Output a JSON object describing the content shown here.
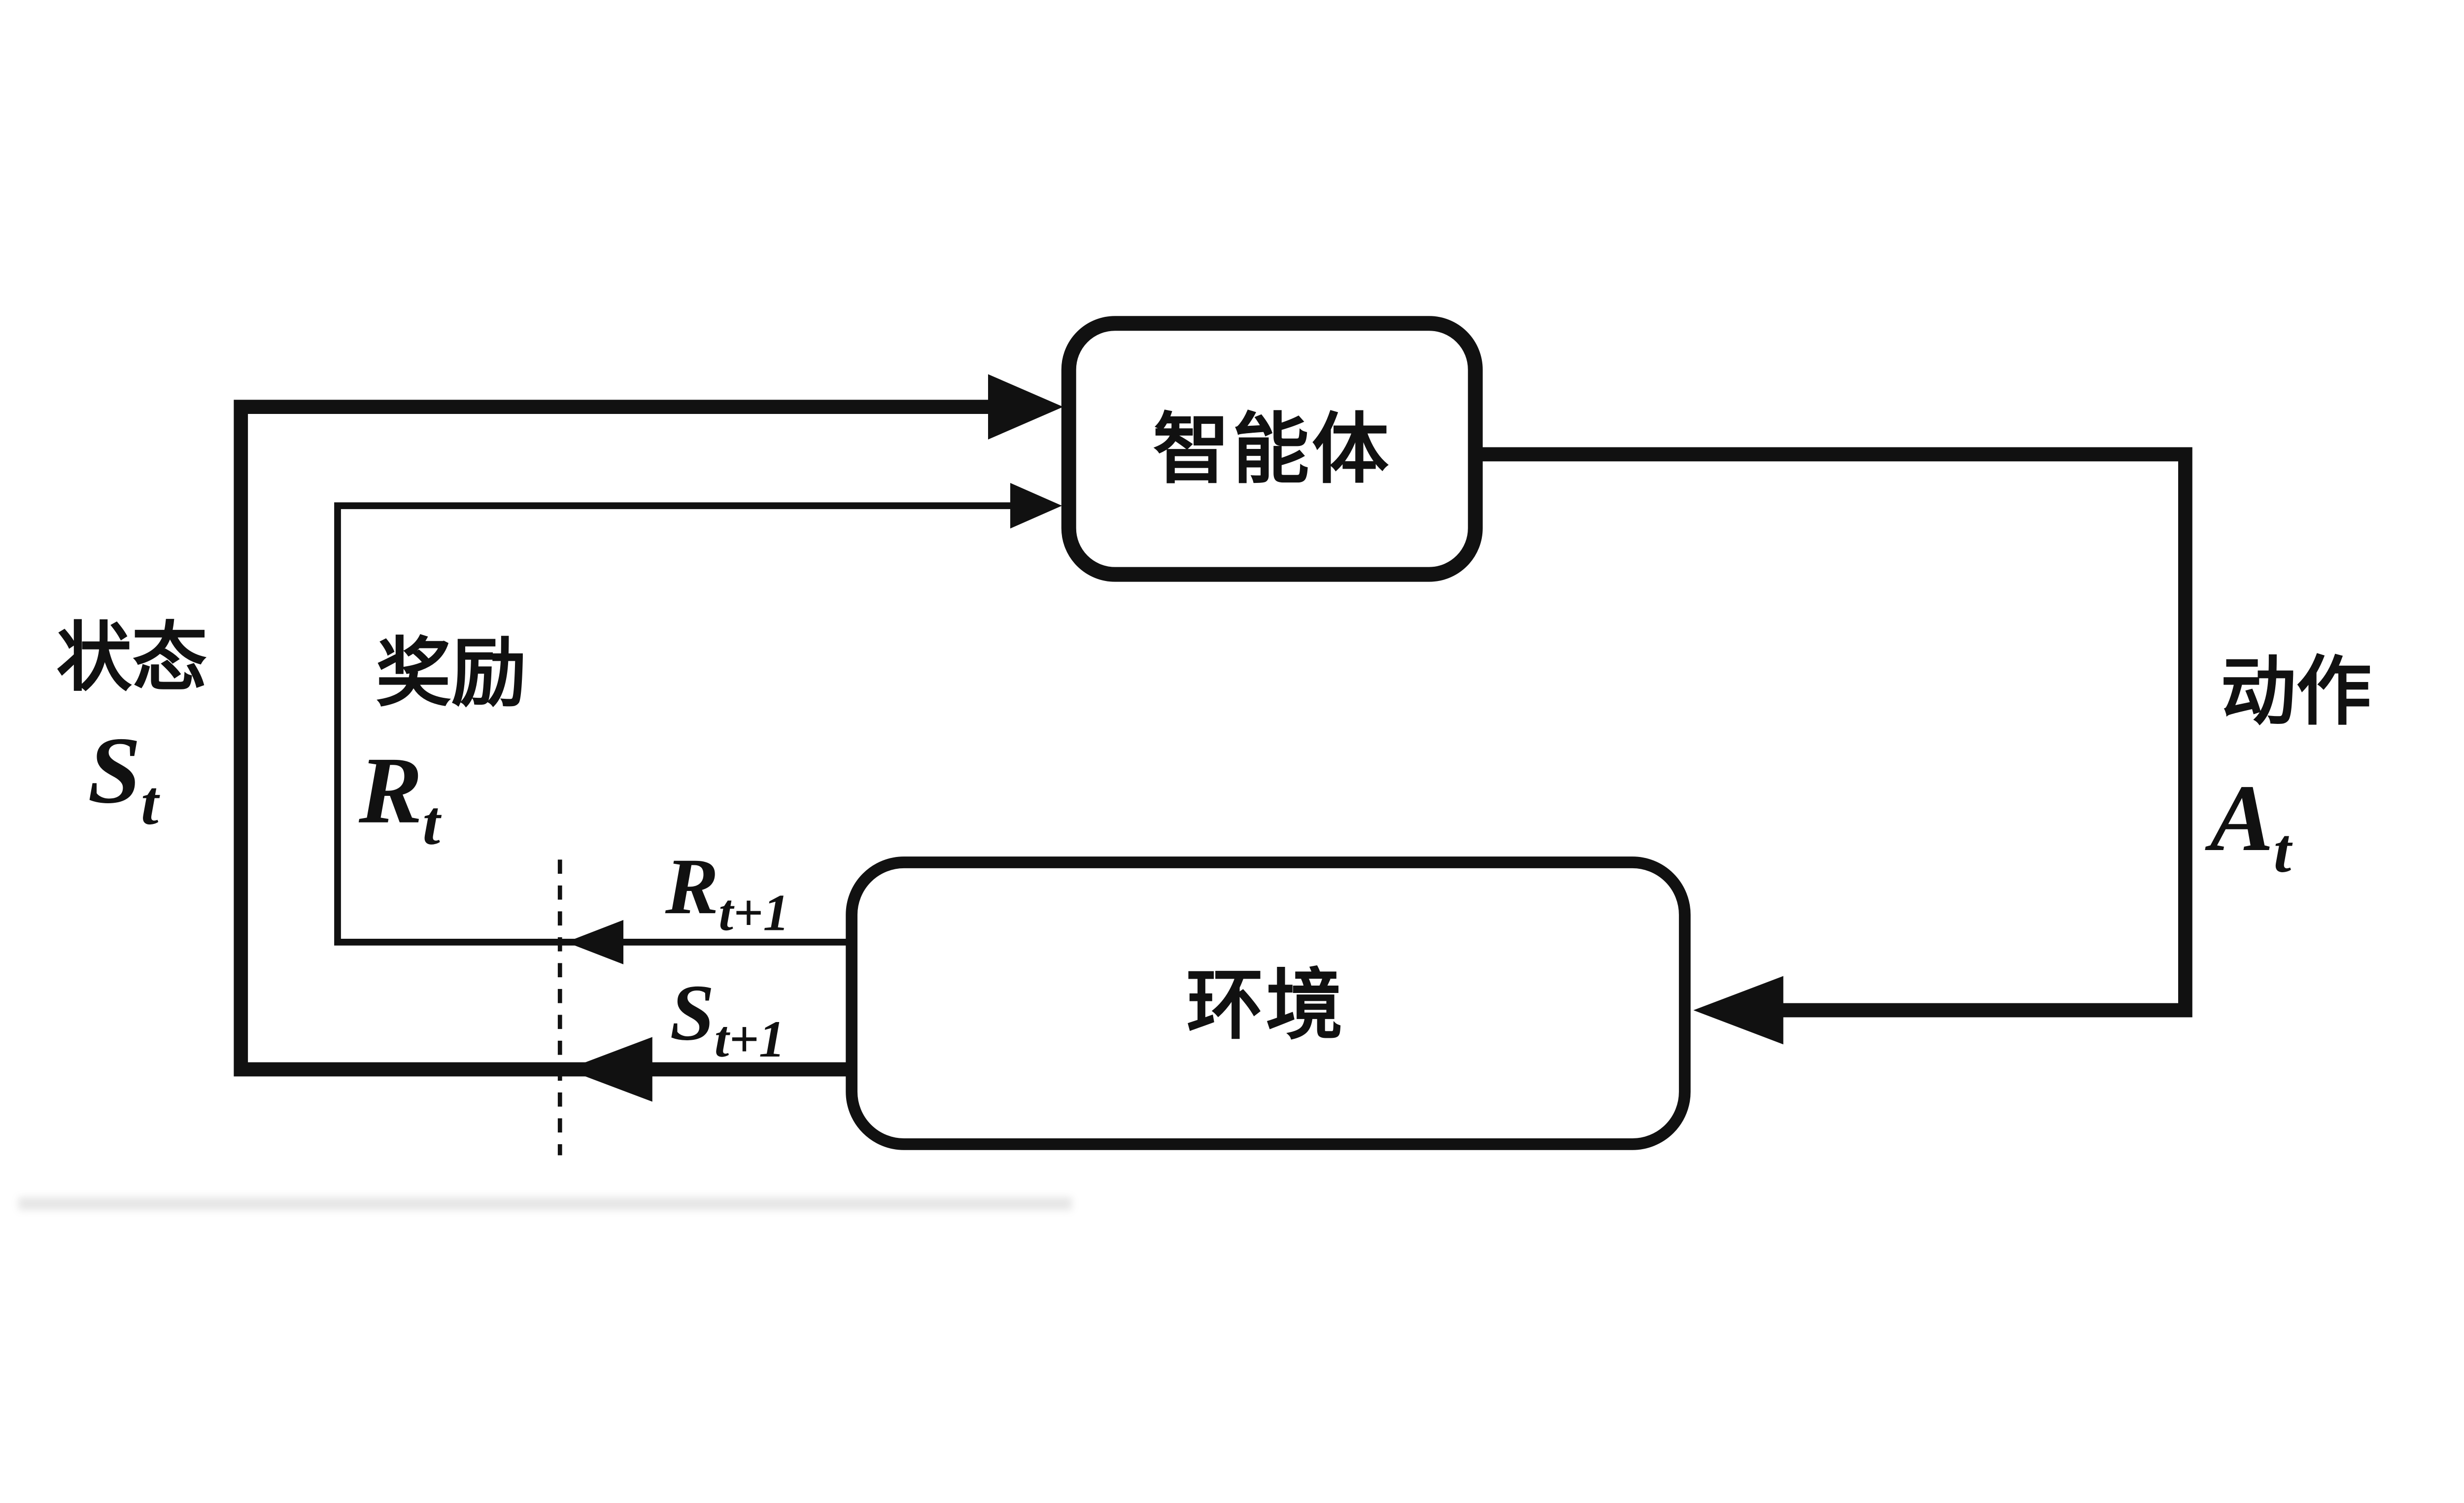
{
  "diagram": {
    "title_semantic": "agent-environment interaction loop",
    "background": "#ffffff",
    "ink_color": "#111111",
    "agent": {
      "label": "智能体"
    },
    "environment": {
      "label": "环境"
    },
    "state": {
      "label": "状态",
      "symbol": "S",
      "subscript": "t"
    },
    "reward": {
      "label": "奖励",
      "symbol": "R",
      "subscript": "t"
    },
    "action": {
      "label": "动作",
      "symbol": "A",
      "subscript": "t"
    },
    "next_reward": {
      "symbol": "R",
      "subscript": "t+1"
    },
    "next_state": {
      "symbol": "S",
      "subscript": "t+1"
    }
  }
}
